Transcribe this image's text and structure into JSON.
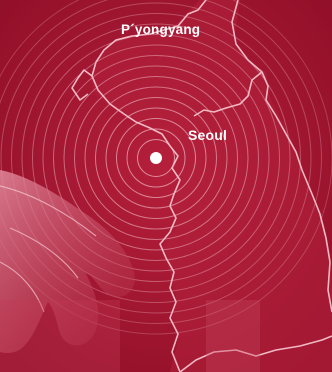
{
  "map": {
    "colors": {
      "background": "#a8122f",
      "coastline": "#f0b9c4",
      "rings": "#e9aab8",
      "land_overlay": "#b3203d",
      "marker": "#ffffff"
    },
    "cities": [
      {
        "id": "pyongyang",
        "label": "P´yongyang"
      },
      {
        "id": "seoul",
        "label": "Seoul",
        "marker": "white-dot"
      }
    ],
    "rings_center_city": "seoul",
    "ring_count": 16,
    "decorative_elements": [
      "concentric-rings",
      "hand-silhouette",
      "coastline"
    ]
  }
}
